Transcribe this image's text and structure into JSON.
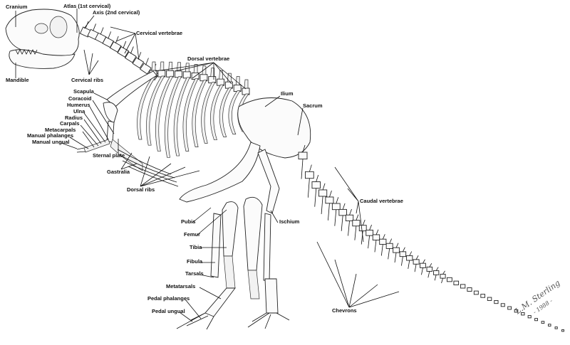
{
  "labels": {
    "cranium": "Cranium",
    "atlas": "Atlas (1st cervical)",
    "axis": "Axis (2nd cervical)",
    "cervical_vertebrae": "Cervical vertebrae",
    "mandible": "Mandible",
    "cervical_ribs": "Cervical ribs",
    "dorsal_vertebrae": "Dorsal vertebrae",
    "ilium": "Ilium",
    "sacrum": "Sacrum",
    "scapula": "Scapula",
    "coracoid": "Coracoid",
    "humerus": "Humerus",
    "ulna": "Ulna",
    "radius": "Radius",
    "carpals": "Carpals",
    "metacarpals": "Metacarpals",
    "manual_phalanges": "Manual phalanges",
    "manual_ungual": "Manual ungual",
    "sternal_plate": "Sternal plate",
    "gastralia": "Gastralia",
    "dorsal_ribs": "Dorsal ribs",
    "pubis": "Pubis",
    "femur": "Femur",
    "tibia": "Tibia",
    "fibula": "Fibula",
    "tarsals": "Tarsals",
    "metatarsals": "Metatarsals",
    "pedal_phalanges": "Pedal phalanges",
    "pedal_ungual": "Pedal ungual",
    "ischium": "Ischium",
    "caudal_vertebrae": "Caudal vertebrae",
    "chevrons": "Chevrons"
  },
  "signature": {
    "name": "L.M. Sterling",
    "year": "1988"
  }
}
